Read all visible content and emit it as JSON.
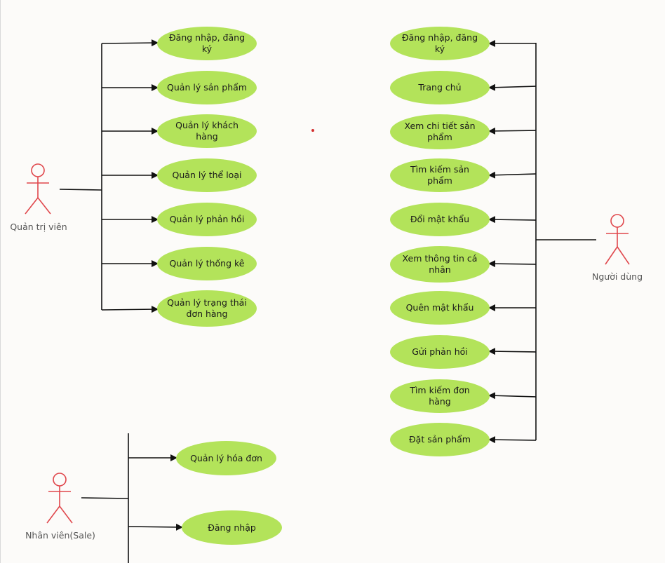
{
  "colors": {
    "use_case_fill": "#b3e35a",
    "actor_stroke": "#e0474c",
    "line": "#111111",
    "background": "#fcfbf9"
  },
  "actors": {
    "admin": "Quản trị viên",
    "user": "Người dùng",
    "sale": "Nhân viên(Sale)"
  },
  "admin_use_cases": [
    "Đăng nhập, đăng ký",
    "Quản lý sản phẩm",
    "Quản lý khách hàng",
    "Quản lý thể loại",
    "Quản lý phản hồi",
    "Quản lý thống kê",
    "Quản lý trạng thái đơn hàng"
  ],
  "user_use_cases": [
    "Đăng nhập, đăng ký",
    "Trang chủ",
    "Xem chi tiết sản phẩm",
    "Tìm kiếm sản phẩm",
    "Đổi mật khẩu",
    "Xem thông tin cá nhân",
    "Quên mật khẩu",
    "Gửi phản hồi",
    "Tìm kiếm đơn hàng",
    "Đặt sản phẩm"
  ],
  "sale_use_cases": [
    "Quản lý hóa đơn",
    "Đăng nhập"
  ]
}
